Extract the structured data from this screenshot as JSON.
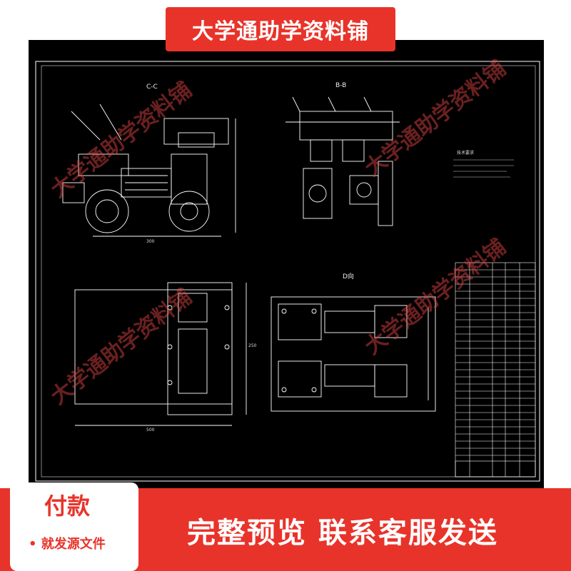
{
  "banner": {
    "title": "大学通助学资料铺"
  },
  "watermarks": [
    "大学通助学资料铺",
    "大学通助学资料铺",
    "大学通助学资料铺",
    "大学通助学资料铺"
  ],
  "drawing": {
    "view_labels": [
      "C-C",
      "B-B",
      "D向"
    ],
    "dims": {
      "d1": "300",
      "d2": "500",
      "d3": "250"
    },
    "notes_title": "技术要求"
  },
  "footer": {
    "pay_title": "付款",
    "pay_subtitle": "• 就发源文件",
    "cta": "完整预览  联系客服发送"
  },
  "colors": {
    "accent": "#e8332a",
    "drawing_bg": "#000000",
    "line": "#ffffff"
  }
}
